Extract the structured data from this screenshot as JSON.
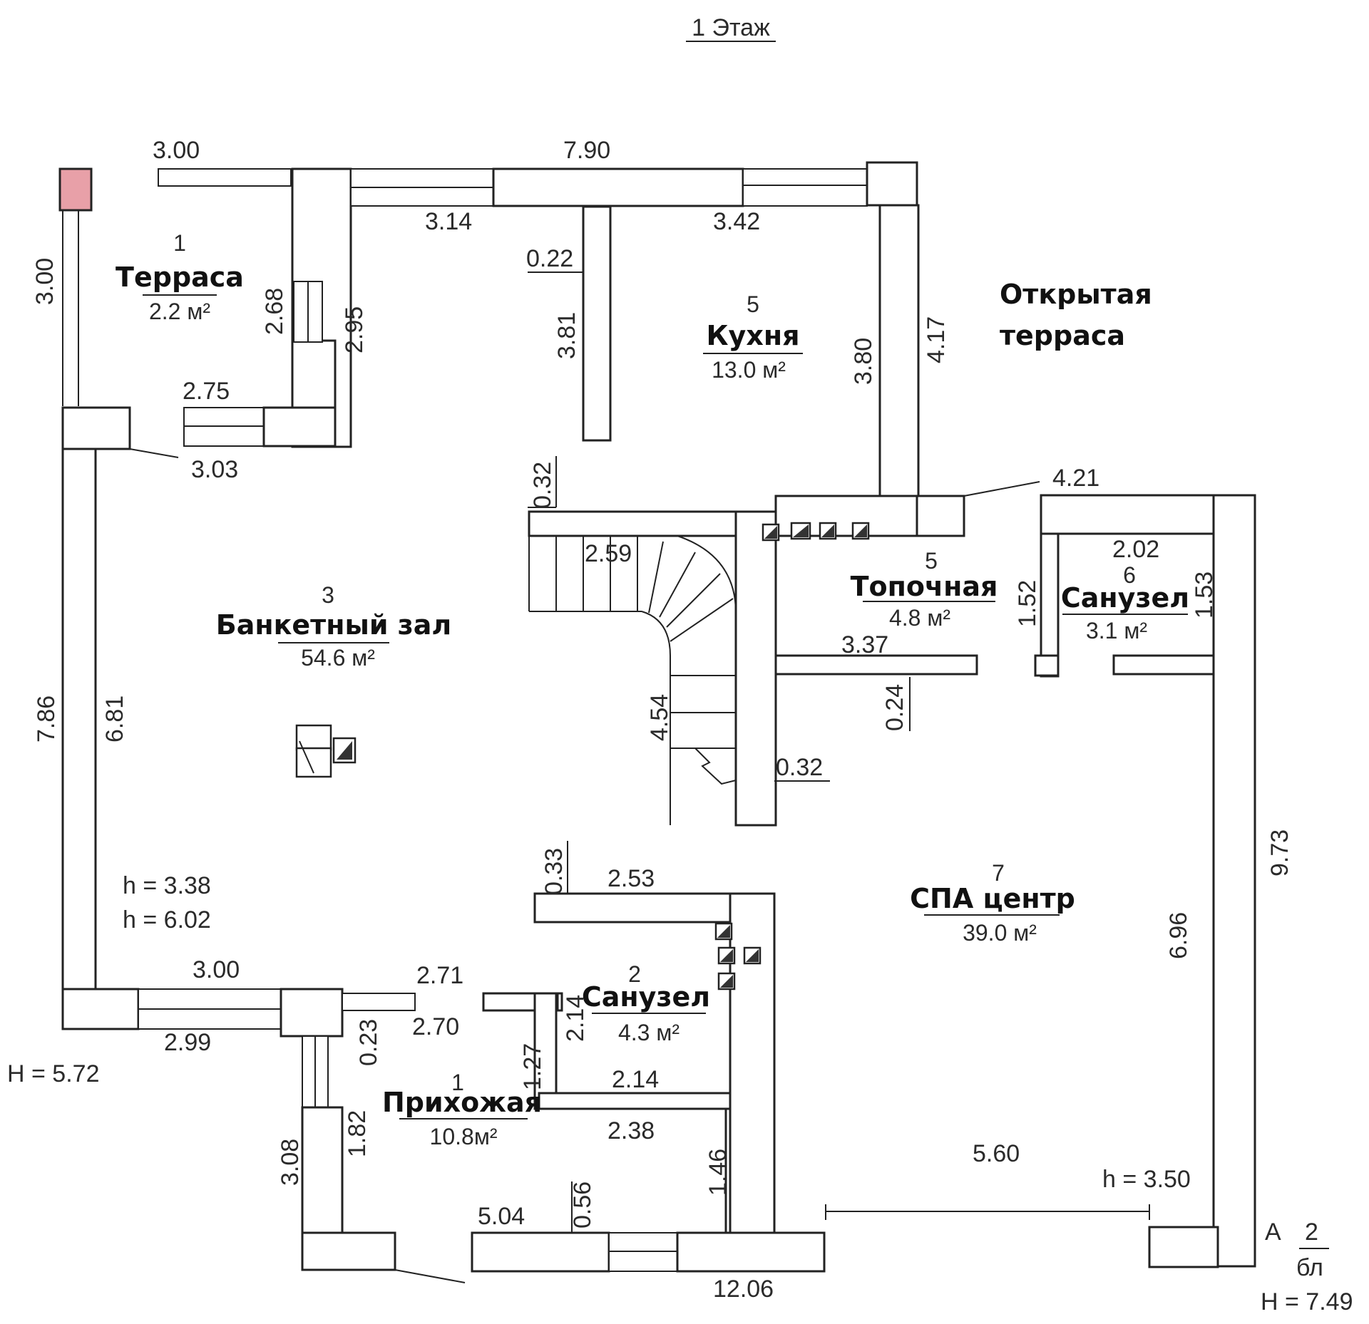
{
  "title": "1 Этаж",
  "colors": {
    "line": "#222222",
    "accent_pink": "#e8a0a8",
    "background": "#ffffff"
  },
  "rooms": [
    {
      "id": "terrace",
      "number": "1",
      "name": "Терраса",
      "area": "2.2 м²"
    },
    {
      "id": "kitchen",
      "number": "5",
      "name": "Кухня",
      "area": "13.0 м²"
    },
    {
      "id": "open-terrace",
      "name_line1": "Открытая",
      "name_line2": "терраса"
    },
    {
      "id": "banquet",
      "number": "3",
      "name": "Банкетный зал",
      "area": "54.6 м²"
    },
    {
      "id": "boiler",
      "number": "5",
      "name": "Топочная",
      "area": "4.8 м²"
    },
    {
      "id": "bath6",
      "number": "6",
      "name": "Санузел",
      "area": "3.1 м²"
    },
    {
      "id": "spa",
      "number": "7",
      "name": "СПА центр",
      "area": "39.0 м²"
    },
    {
      "id": "bath2",
      "number": "2",
      "name": "Санузел",
      "area": "4.3 м²"
    },
    {
      "id": "hall",
      "number": "1",
      "name": "Прихожая",
      "area": "10.8м²"
    }
  ],
  "dimensions": [
    "3.00",
    "7.90",
    "3.14",
    "3.42",
    "0.22",
    "3.00",
    "2.68",
    "2.95",
    "3.81",
    "3.80",
    "4.17",
    "2.75",
    "3.03",
    "0.32",
    "4.21",
    "2.59",
    "2.02",
    "1.52",
    "1.53",
    "3.37",
    "7.86",
    "6.81",
    "4.54",
    "0.24",
    "0.32",
    "0.33",
    "2.53",
    "h = 3.38",
    "h = 6.02",
    "3.00",
    "2.71",
    "2.14",
    "2.99",
    "0.23",
    "2.70",
    "1.27",
    "2.14",
    "H = 5.72",
    "3.08",
    "1.82",
    "2.38",
    "1.46",
    "5.60",
    "h = 3.50",
    "6.96",
    "9.73",
    "5.04",
    "0.56",
    "12.06",
    "A",
    "2",
    "бл",
    "H = 7.49"
  ]
}
